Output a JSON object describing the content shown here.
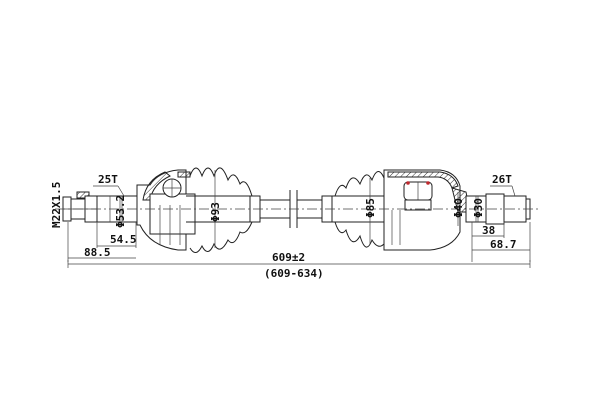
{
  "drawing": {
    "title": "Drive shaft (CV axle) technical drawing",
    "left_end": {
      "thread_label": "M22X1.5",
      "spline_label": "25T",
      "diameter_label": "Φ53.2",
      "dim_inner": "54.5",
      "dim_outer": "88.5"
    },
    "left_boot": {
      "diameter_label": "Φ93"
    },
    "right_boot": {
      "diameter_label": "Φ85"
    },
    "right_end": {
      "spline_label": "26T",
      "diameter_outer_label": "Φ40",
      "diameter_inner_label": "Φ30",
      "dim_inner": "38",
      "dim_outer": "68.7"
    },
    "overall_length": {
      "nominal": "609±2",
      "range": "(609-634)"
    },
    "colors": {
      "line": "#222222",
      "accent_marks": "#c0282d",
      "background": "#ffffff"
    }
  }
}
